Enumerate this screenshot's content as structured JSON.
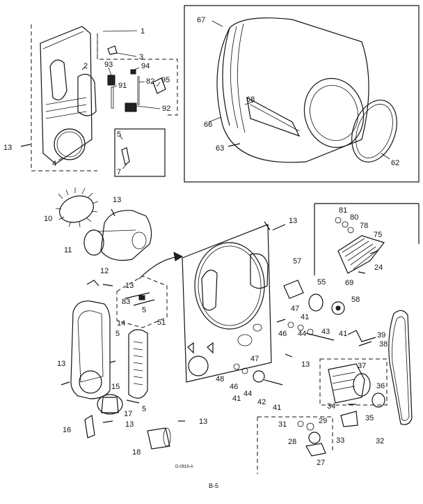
{
  "callouts": [
    "1",
    "3",
    "2",
    "93",
    "94",
    "91",
    "82",
    "95",
    "92",
    "5",
    "7",
    "13",
    "4",
    "67",
    "66",
    "68",
    "63",
    "62",
    "13",
    "10",
    "11",
    "12",
    "13",
    "83",
    "5",
    "51",
    "14",
    "5",
    "13",
    "15",
    "17",
    "5",
    "16",
    "13",
    "13",
    "18",
    "13",
    "57",
    "55",
    "47",
    "41",
    "46",
    "44",
    "43",
    "41",
    "58",
    "39",
    "38",
    "47",
    "46",
    "41",
    "44",
    "42",
    "41",
    "48",
    "13",
    "81",
    "80",
    "78",
    "75",
    "24",
    "69",
    "37",
    "36",
    "34",
    "35",
    "33",
    "32",
    "31",
    "29",
    "28",
    "27"
  ],
  "drawing_id": "D-0919-A",
  "page_number": "B-5"
}
